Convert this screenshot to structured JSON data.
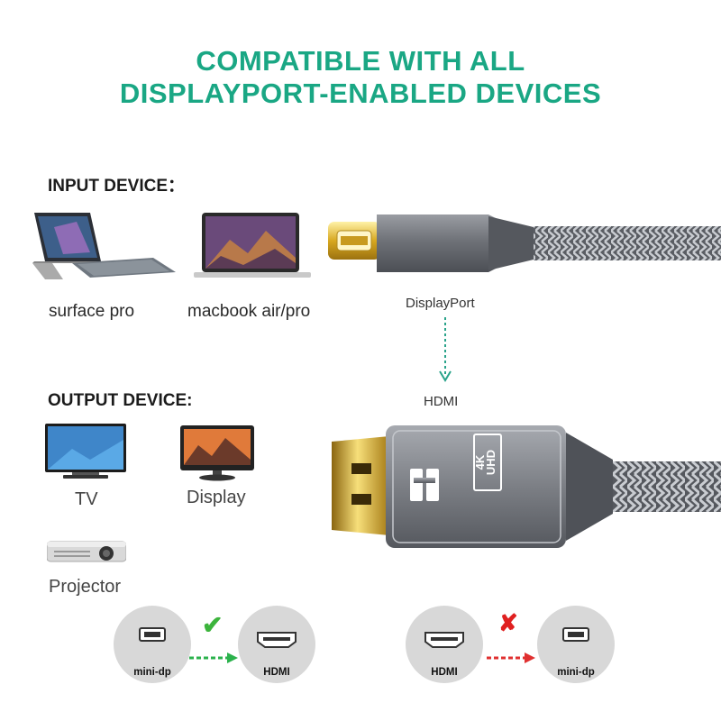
{
  "headline": {
    "line1": "COMPATIBLE WITH ALL",
    "line2": "DISPLAYPORT-ENABLED DEVICES"
  },
  "input_section": {
    "title": "INPUT DEVICE：",
    "devices": [
      {
        "label": "surface pro",
        "icon": "surface-pro-icon"
      },
      {
        "label": "macbook air/pro",
        "icon": "macbook-icon"
      }
    ]
  },
  "output_section": {
    "title": "OUTPUT DEVICE:",
    "devices": [
      {
        "label": "TV",
        "icon": "tv-icon"
      },
      {
        "label": "Display",
        "icon": "monitor-icon"
      },
      {
        "label": "Projector",
        "icon": "projector-icon"
      }
    ]
  },
  "cable": {
    "top_label": "DisplayPort",
    "bottom_label": "HDMI",
    "plug_text_1": "4K",
    "plug_text_2": "UHD"
  },
  "direction": {
    "supported": {
      "from": "mini-dp",
      "to": "HDMI",
      "mark": "✔"
    },
    "unsupported": {
      "from": "HDMI",
      "to": "mini-dp",
      "mark": "✘"
    }
  },
  "colors": {
    "accent": "#1aa784",
    "check": "#3cb43c",
    "cross": "#e02020",
    "arrow_green": "#2bb24c",
    "arrow_red": "#e03030"
  }
}
